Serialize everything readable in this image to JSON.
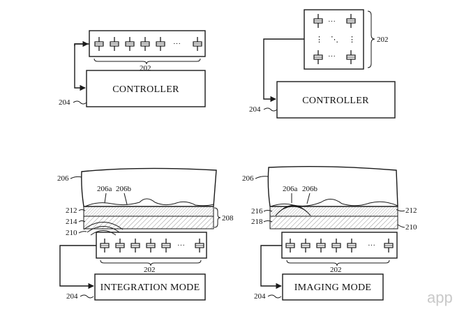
{
  "figure": {
    "panel_top_left": {
      "controller_label": "CONTROLLER",
      "array_ref": "202",
      "controller_ref": "204",
      "ellipsis": "···"
    },
    "panel_top_right": {
      "controller_label": "CONTROLLER",
      "array_ref": "202",
      "controller_ref": "204",
      "ellipsis_row": "···",
      "ellipsis_col": "⋮",
      "ellipsis_diag": "⋱"
    },
    "panel_bottom_left": {
      "mode_label": "INTEGRATION MODE",
      "finger_ref": "206",
      "ridge_ref_a": "206a",
      "ridge_ref_b": "206b",
      "layer_ref_top": "212",
      "layer_ref_mid": "214",
      "stack_ref": "208",
      "wave_ref": "210",
      "array_ref": "202",
      "controller_ref": "204",
      "ellipsis": "···"
    },
    "panel_bottom_right": {
      "mode_label": "IMAGING MODE",
      "finger_ref": "206",
      "ridge_ref_a": "206a",
      "ridge_ref_b": "206b",
      "layer_ref_a": "216",
      "layer_ref_b": "218",
      "layer_ref_top": "212",
      "layer_ref_bottom": "210",
      "array_ref": "202",
      "controller_ref": "204",
      "ellipsis": "···"
    },
    "watermark": "app"
  }
}
